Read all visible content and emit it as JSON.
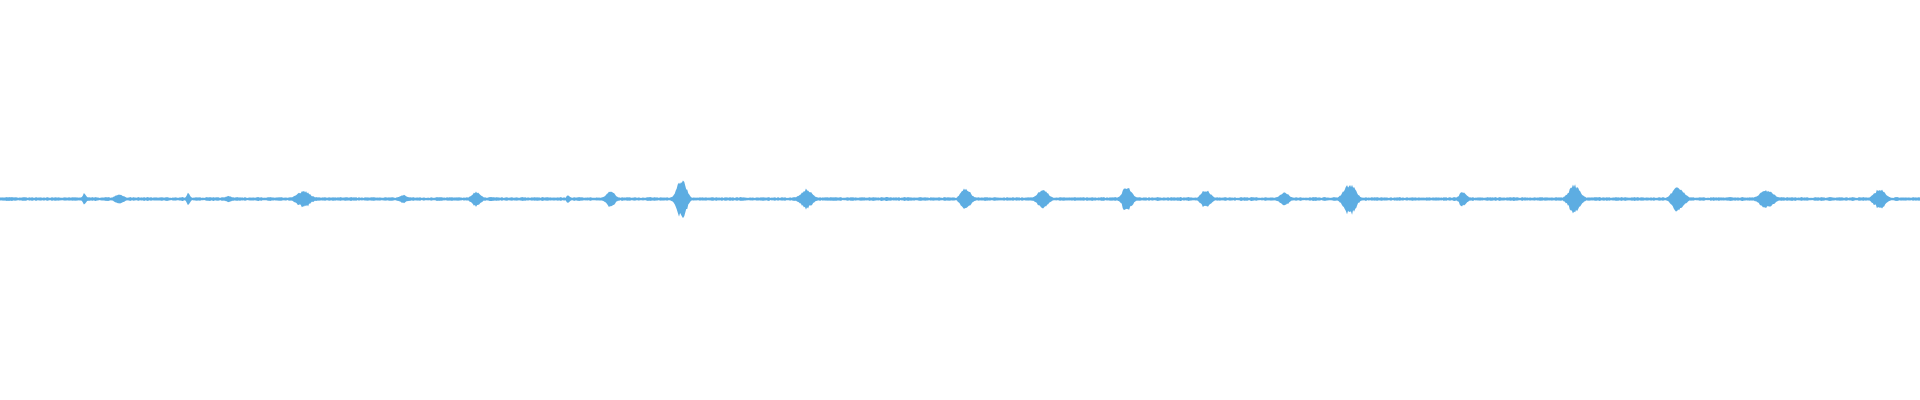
{
  "waveform": {
    "color": "#5DADE2",
    "background": "#ffffff",
    "duration_fraction_bursts": [
      {
        "t": 0.044,
        "amp": 0.03,
        "w": 0.0015
      },
      {
        "t": 0.062,
        "amp": 0.025,
        "w": 0.004
      },
      {
        "t": 0.098,
        "amp": 0.03,
        "w": 0.0015
      },
      {
        "t": 0.119,
        "amp": 0.015,
        "w": 0.003
      },
      {
        "t": 0.158,
        "amp": 0.04,
        "w": 0.006
      },
      {
        "t": 0.21,
        "amp": 0.02,
        "w": 0.004
      },
      {
        "t": 0.248,
        "amp": 0.035,
        "w": 0.004
      },
      {
        "t": 0.296,
        "amp": 0.02,
        "w": 0.0015
      },
      {
        "t": 0.318,
        "amp": 0.04,
        "w": 0.004
      },
      {
        "t": 0.355,
        "amp": 0.11,
        "w": 0.004
      },
      {
        "t": 0.42,
        "amp": 0.05,
        "w": 0.005
      },
      {
        "t": 0.462,
        "amp": 0.01,
        "w": 0.002
      },
      {
        "t": 0.503,
        "amp": 0.06,
        "w": 0.004
      },
      {
        "t": 0.543,
        "amp": 0.045,
        "w": 0.005
      },
      {
        "t": 0.587,
        "amp": 0.065,
        "w": 0.004
      },
      {
        "t": 0.628,
        "amp": 0.05,
        "w": 0.004
      },
      {
        "t": 0.669,
        "amp": 0.035,
        "w": 0.004
      },
      {
        "t": 0.703,
        "amp": 0.08,
        "w": 0.005
      },
      {
        "t": 0.762,
        "amp": 0.04,
        "w": 0.003
      },
      {
        "t": 0.82,
        "amp": 0.07,
        "w": 0.005
      },
      {
        "t": 0.874,
        "amp": 0.065,
        "w": 0.005
      },
      {
        "t": 0.92,
        "amp": 0.045,
        "w": 0.006
      },
      {
        "t": 0.979,
        "amp": 0.05,
        "w": 0.005
      }
    ]
  }
}
